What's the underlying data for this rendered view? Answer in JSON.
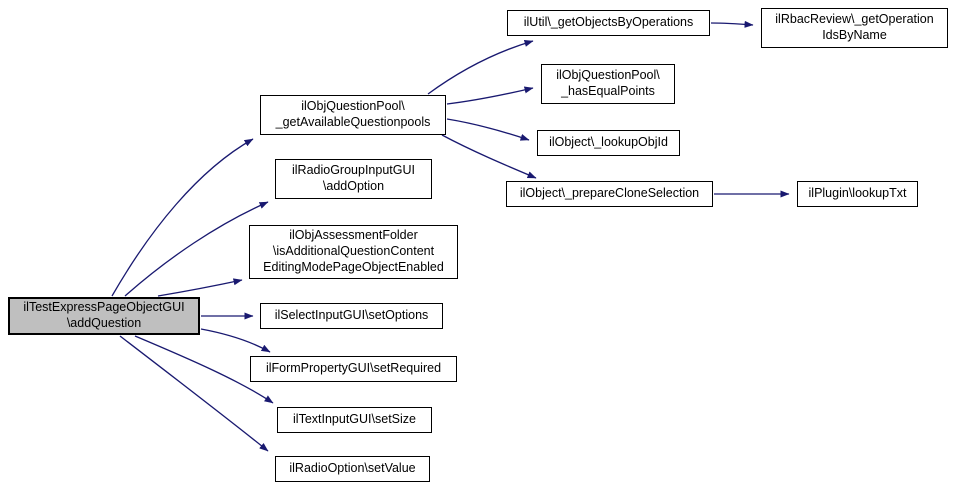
{
  "diagram": {
    "kind": "call-graph",
    "background_color": "#ffffff",
    "edge_color": "#191970",
    "node_border_color": "#000000",
    "node_fill_color": "#ffffff",
    "focus_node_fill_color": "#bfbfbf",
    "text_color": "#000000"
  },
  "nodes": [
    {
      "id": "addQuestion",
      "label": "ilTestExpressPageObjectGUI\n\\addQuestion",
      "focus": true
    },
    {
      "id": "getAvailableQuestionpools",
      "label": "ilObjQuestionPool\\\n_getAvailableQuestionpools"
    },
    {
      "id": "addOption",
      "label": "ilRadioGroupInputGUI\n\\addOption"
    },
    {
      "id": "isAdditionalQuestionContentEditingModePageObjectEnabled",
      "label": "ilObjAssessmentFolder\n\\isAdditionalQuestionContent\nEditingModePageObjectEnabled"
    },
    {
      "id": "setOptions",
      "label": "ilSelectInputGUI\\setOptions"
    },
    {
      "id": "setRequired",
      "label": "ilFormPropertyGUI\\setRequired"
    },
    {
      "id": "setSize",
      "label": "ilTextInputGUI\\setSize"
    },
    {
      "id": "setValue",
      "label": "ilRadioOption\\setValue"
    },
    {
      "id": "getObjectsByOperations",
      "label": "ilUtil\\_getObjectsByOperations"
    },
    {
      "id": "hasEqualPoints",
      "label": "ilObjQuestionPool\\\n_hasEqualPoints"
    },
    {
      "id": "lookupObjId",
      "label": "ilObject\\_lookupObjId"
    },
    {
      "id": "prepareCloneSelection",
      "label": "ilObject\\_prepareCloneSelection"
    },
    {
      "id": "getOperationIdsByName",
      "label": "ilRbacReview\\_getOperation\nIdsByName"
    },
    {
      "id": "lookupTxt",
      "label": "ilPlugin\\lookupTxt"
    }
  ],
  "edges": [
    {
      "from": "addQuestion",
      "to": "getAvailableQuestionpools"
    },
    {
      "from": "addQuestion",
      "to": "addOption"
    },
    {
      "from": "addQuestion",
      "to": "isAdditionalQuestionContentEditingModePageObjectEnabled"
    },
    {
      "from": "addQuestion",
      "to": "setOptions"
    },
    {
      "from": "addQuestion",
      "to": "setRequired"
    },
    {
      "from": "addQuestion",
      "to": "setSize"
    },
    {
      "from": "addQuestion",
      "to": "setValue"
    },
    {
      "from": "getAvailableQuestionpools",
      "to": "getObjectsByOperations"
    },
    {
      "from": "getAvailableQuestionpools",
      "to": "hasEqualPoints"
    },
    {
      "from": "getAvailableQuestionpools",
      "to": "lookupObjId"
    },
    {
      "from": "getAvailableQuestionpools",
      "to": "prepareCloneSelection"
    },
    {
      "from": "getObjectsByOperations",
      "to": "getOperationIdsByName"
    },
    {
      "from": "prepareCloneSelection",
      "to": "lookupTxt"
    }
  ]
}
